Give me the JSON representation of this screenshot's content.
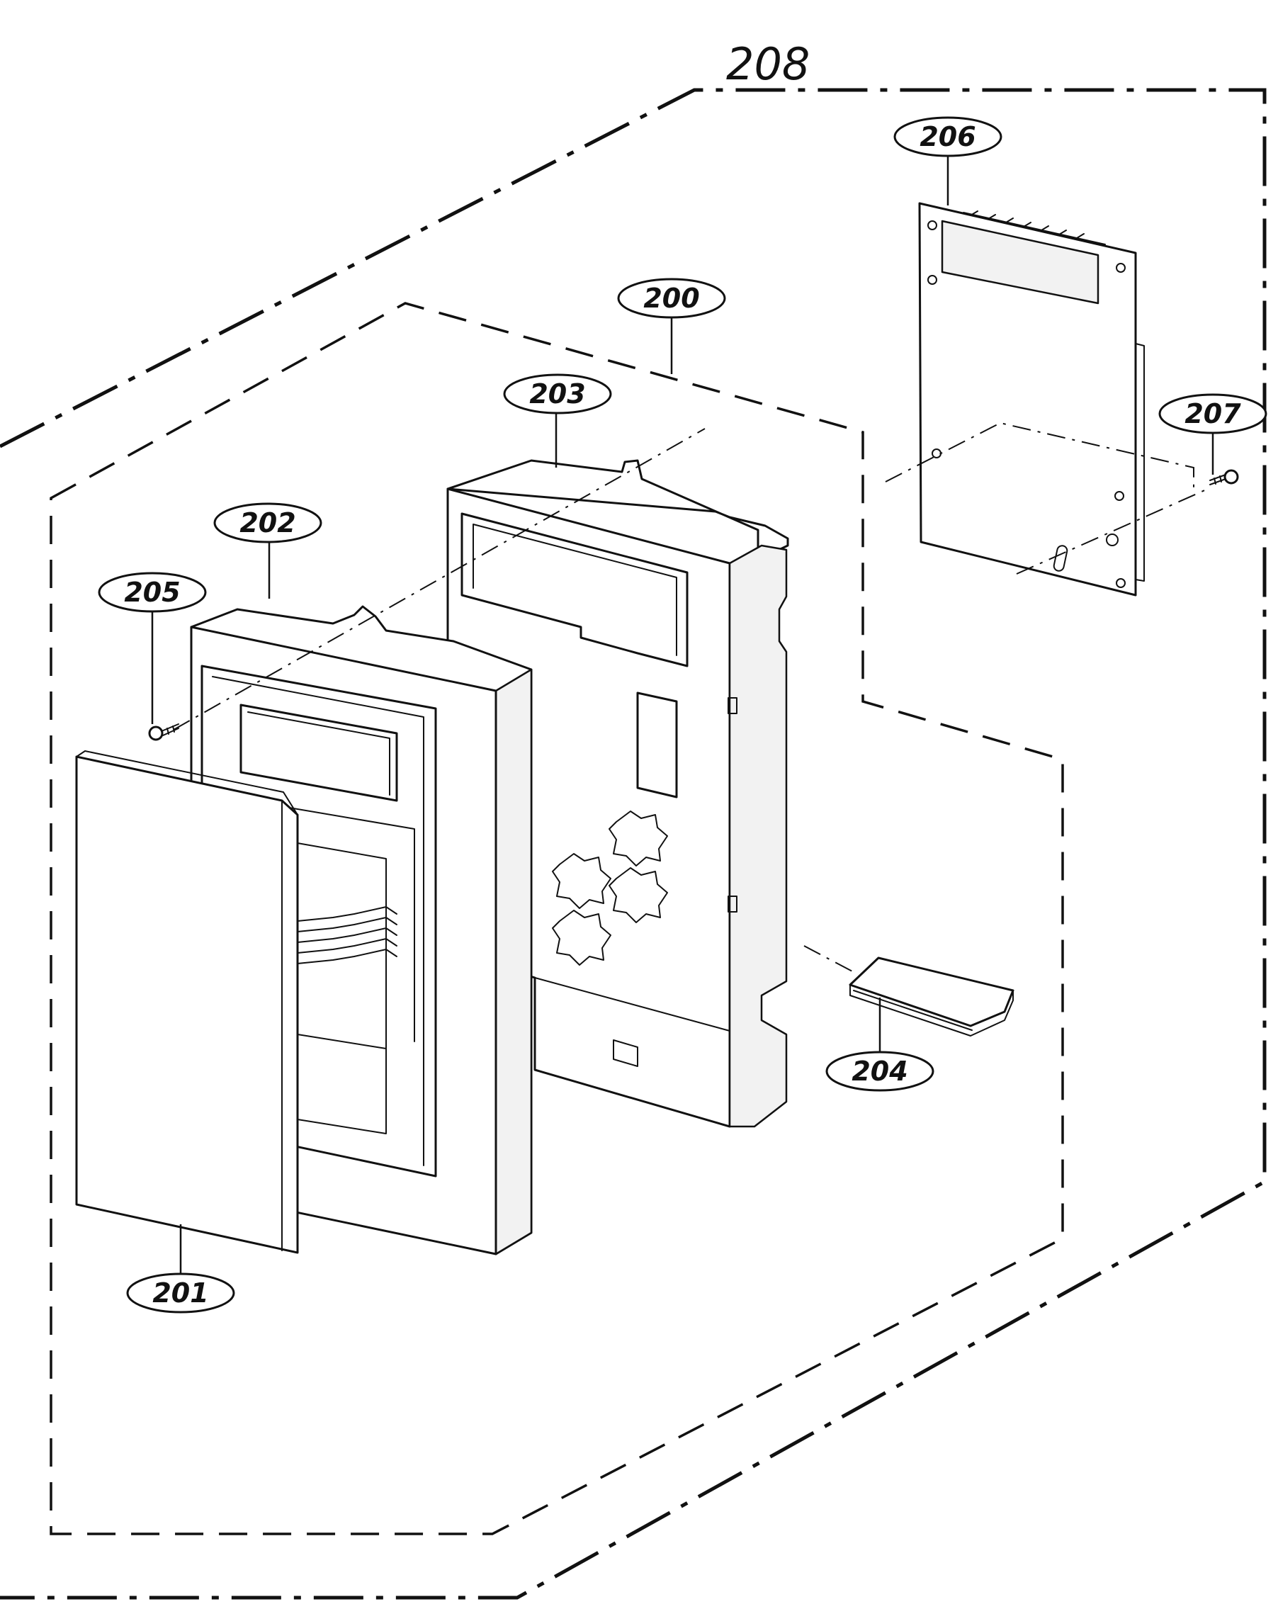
{
  "assembly_label": "208",
  "callouts": [
    {
      "id": "callout-200",
      "label": "200"
    },
    {
      "id": "callout-201",
      "label": "201"
    },
    {
      "id": "callout-202",
      "label": "202"
    },
    {
      "id": "callout-203",
      "label": "203"
    },
    {
      "id": "callout-204",
      "label": "204"
    },
    {
      "id": "callout-205",
      "label": "205"
    },
    {
      "id": "callout-206",
      "label": "206"
    },
    {
      "id": "callout-207",
      "label": "207"
    }
  ]
}
